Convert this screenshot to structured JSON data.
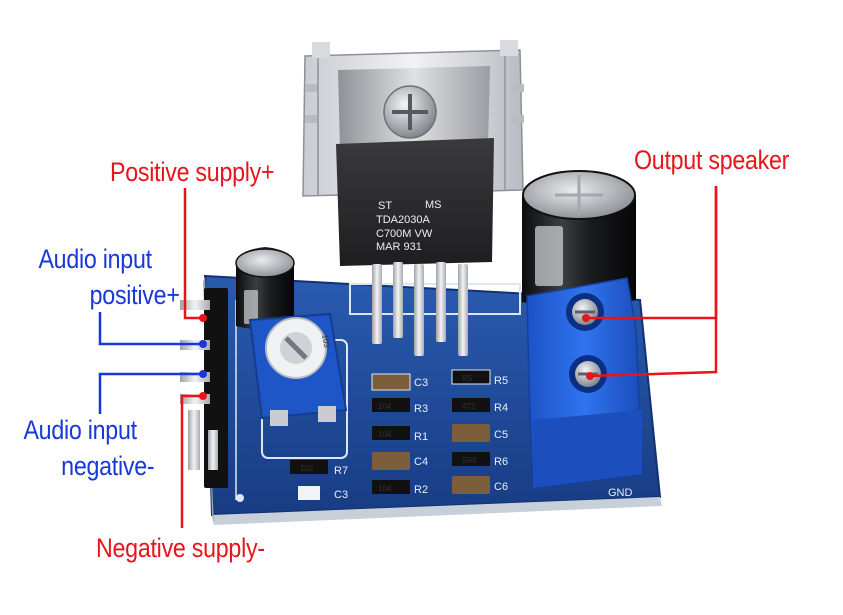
{
  "labels": {
    "positive_supply": "Positive supply+",
    "audio_input_positive_line1": "Audio input",
    "audio_input_positive_line2": "positive+",
    "audio_input_negative_line1": "Audio input",
    "audio_input_negative_line2": "negative-",
    "negative_supply": "Negative supply-",
    "output_speaker": "Output speaker"
  },
  "board_markings": {
    "ic_brand": "ST",
    "ic_origin": "MS",
    "ic_part": "TDA2030A",
    "ic_lot": "C700M VW",
    "ic_code": "MAR 931",
    "pot_value": "103",
    "r7": "R7",
    "r5": "R5",
    "r3": "R3",
    "r4": "R4",
    "r1": "R1",
    "r6": "R6",
    "r2": "R2",
    "c3": "C3",
    "c5": "C5",
    "c4": "C4",
    "c6": "C6",
    "c3b": "C3",
    "smd_102": "102",
    "smd_104a": "104",
    "smd_104b": "104",
    "smd_104c": "104",
    "smd_r5": "R5",
    "smd_472": "472",
    "smd_5r0": "5R0",
    "gnd": "GND"
  },
  "colors": {
    "label_red": "#e8141b",
    "label_blue": "#1838d8",
    "pcb_blue": "#1f4a9c",
    "terminal_blue": "#1e5dd8"
  }
}
